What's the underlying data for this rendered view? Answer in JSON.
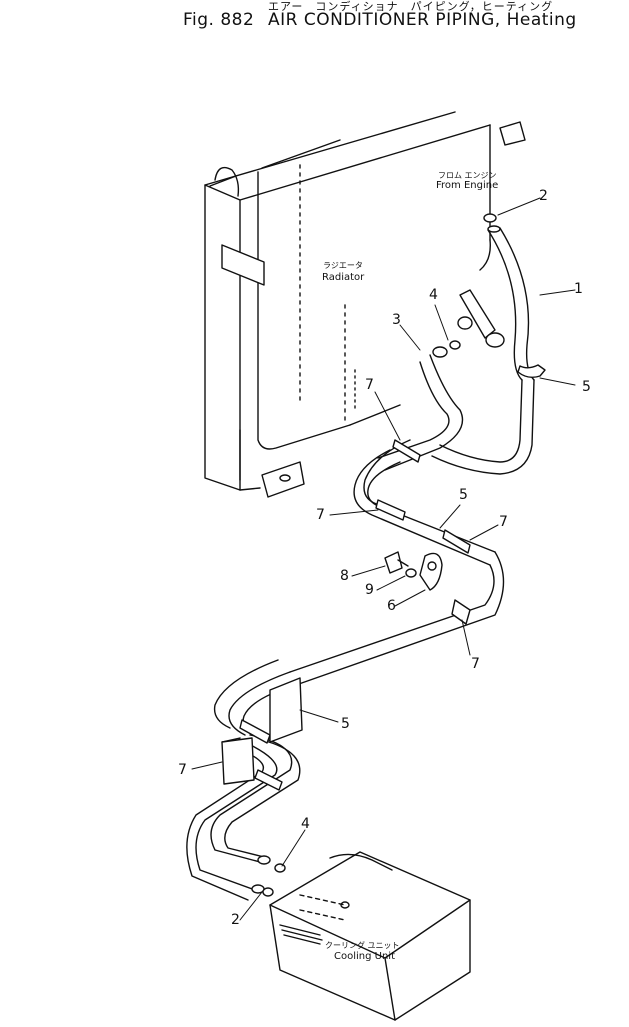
{
  "header": {
    "japanese": "エアー　コンディショナ　パイピング，ヒーティング",
    "fig_number": "Fig. 882",
    "title": "AIR CONDITIONER PIPING, Heating"
  },
  "labels": {
    "from_engine_jp": "フロム エンジン",
    "from_engine_en": "From Engine",
    "radiator_jp": "ラジエータ",
    "radiator_en": "Radiator",
    "cooling_unit_jp": "クーリング ユニット",
    "cooling_unit_en": "Cooling Unit"
  },
  "callouts": {
    "c1": "1",
    "c2a": "2",
    "c2b": "2",
    "c3": "3",
    "c4a": "4",
    "c4b": "4",
    "c5a": "5",
    "c5b": "5",
    "c5c": "5",
    "c6": "6",
    "c7a": "7",
    "c7b": "7",
    "c7c": "7",
    "c7d": "7",
    "c7e": "7",
    "c8": "8",
    "c9": "9"
  }
}
